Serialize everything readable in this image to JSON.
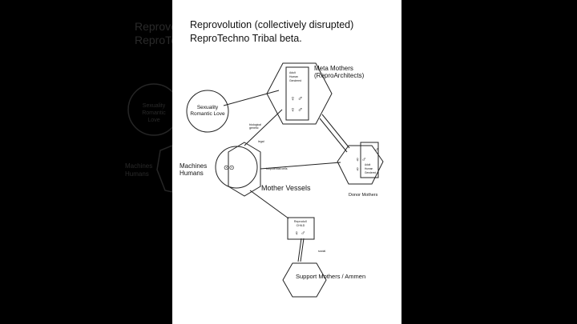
{
  "slide": {
    "title_line1": "Reprovolution (collectively disrupted)",
    "title_line2": "ReproTechno Tribal beta."
  },
  "background_ghost": {
    "title_line1": "Reprovolution (collectively disrupted)",
    "title_line2": "ReproTechno Tribal beta.",
    "node_love": "Sexuality Romantic Love",
    "node_machines": "Machines Humans"
  },
  "diagram": {
    "meta_mothers": {
      "label_line1": "Meta Mothers",
      "label_line2": "(ReproArchitects)",
      "box_line1": "Adult",
      "box_line2": "Human",
      "box_line3": "Gendered",
      "symbols": [
        "♀ ♂",
        "♀ ♂"
      ]
    },
    "love": {
      "line1": "Sexuality",
      "line2": "Romantic Love"
    },
    "machines": {
      "line1": "Machines",
      "line2": "Humans",
      "symbol": "⊙⊙"
    },
    "mother_vessels": {
      "label": "Mother Vessels"
    },
    "donor_mothers": {
      "label": "Donor Mothers",
      "box_line1": "Adult",
      "box_line2": "Human",
      "box_line3": "Gendered",
      "symbols": [
        "♂",
        "♀ ♂",
        "♀"
      ]
    },
    "child": {
      "line1": "ReproduX",
      "line2": "CHILD",
      "symbol": "♀ ♂"
    },
    "support_mothers": {
      "label": "Support Mothers / Ammen"
    },
    "edges": {
      "biological_line1": "biological",
      "biological_line2": "genetic",
      "legal": "legal",
      "totipotential": "totipotential cells",
      "social": "social"
    }
  }
}
